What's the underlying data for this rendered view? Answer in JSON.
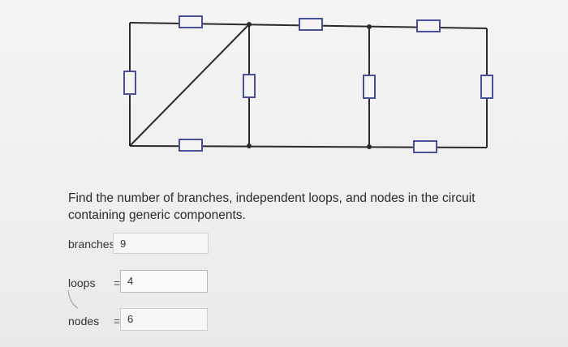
{
  "question": {
    "text": "Find the number of branches, independent loops, and nodes in the circuit containing generic components."
  },
  "answers": {
    "branches": {
      "label": "branches",
      "eq": "=",
      "value": "9"
    },
    "loops": {
      "label": "loops",
      "eq": "=",
      "value": "4"
    },
    "nodes": {
      "label": "nodes",
      "eq": "=",
      "value": "6"
    }
  },
  "diagram": {
    "description_icon": "circuit-diagram",
    "colors": {
      "wire": "#2a2a2a",
      "component": "#4a4f9a"
    }
  }
}
